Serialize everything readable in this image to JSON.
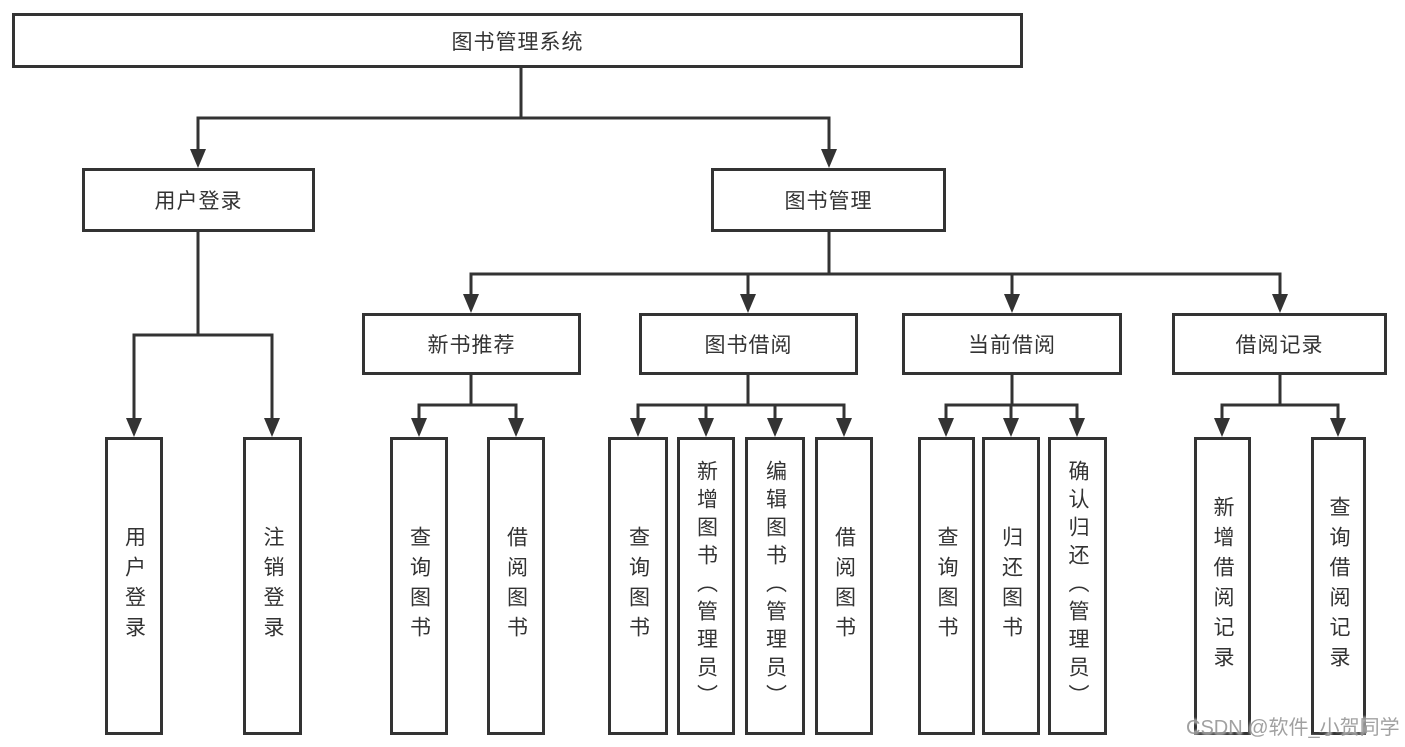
{
  "diagram": {
    "type": "hierarchy-tree",
    "colors": {
      "line": "#333333",
      "text": "#333333",
      "background": "#ffffff",
      "watermark": "#9a9a9a"
    },
    "tree": {
      "label": "图书管理系统",
      "children": [
        {
          "label": "用户登录",
          "children": [
            {
              "label": "用户登录"
            },
            {
              "label": "注销登录"
            }
          ]
        },
        {
          "label": "图书管理",
          "children": [
            {
              "label": "新书推荐",
              "children": [
                {
                  "label": "查询图书"
                },
                {
                  "label": "借阅图书"
                }
              ]
            },
            {
              "label": "图书借阅",
              "children": [
                {
                  "label": "查询图书"
                },
                {
                  "label": "新增图书（管理员）"
                },
                {
                  "label": "编辑图书（管理员）"
                },
                {
                  "label": "借阅图书"
                }
              ]
            },
            {
              "label": "当前借阅",
              "children": [
                {
                  "label": "查询图书"
                },
                {
                  "label": "归还图书"
                },
                {
                  "label": "确认归还（管理员）"
                }
              ]
            },
            {
              "label": "借阅记录",
              "children": [
                {
                  "label": "新增借阅记录"
                },
                {
                  "label": "查询借阅记录"
                }
              ]
            }
          ]
        }
      ]
    },
    "watermark": "CSDN @软件_小贺同学"
  }
}
